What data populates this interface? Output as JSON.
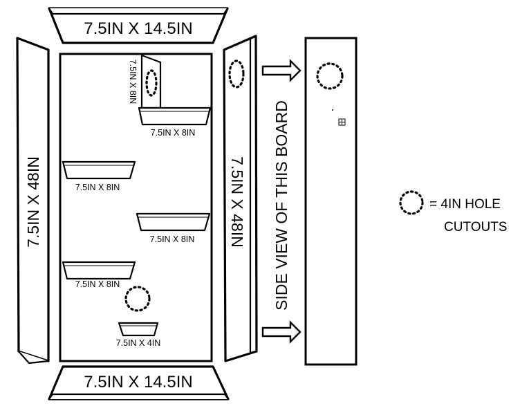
{
  "labels": {
    "top_board": "7.5IN X 14.5IN",
    "bottom_board": "7.5IN X 14.5IN",
    "left_side_board": "7.5IN X 48IN",
    "right_side_board": "7.5IN X 48IN",
    "top_small_vertical": "7.5IN X 8IN",
    "shelf_top": "7.5IN X 8IN",
    "shelf_2": "7.5IN X 8IN",
    "shelf_3": "7.5IN X 8IN",
    "shelf_4": "7.5IN X 8IN",
    "bottom_small_shelf": "7.5IN X 4IN",
    "side_view": "SIDE VIEW OF THIS BOARD"
  },
  "legend": {
    "line1": "= 4IN HOLE",
    "line2": "CUTOUTS"
  }
}
